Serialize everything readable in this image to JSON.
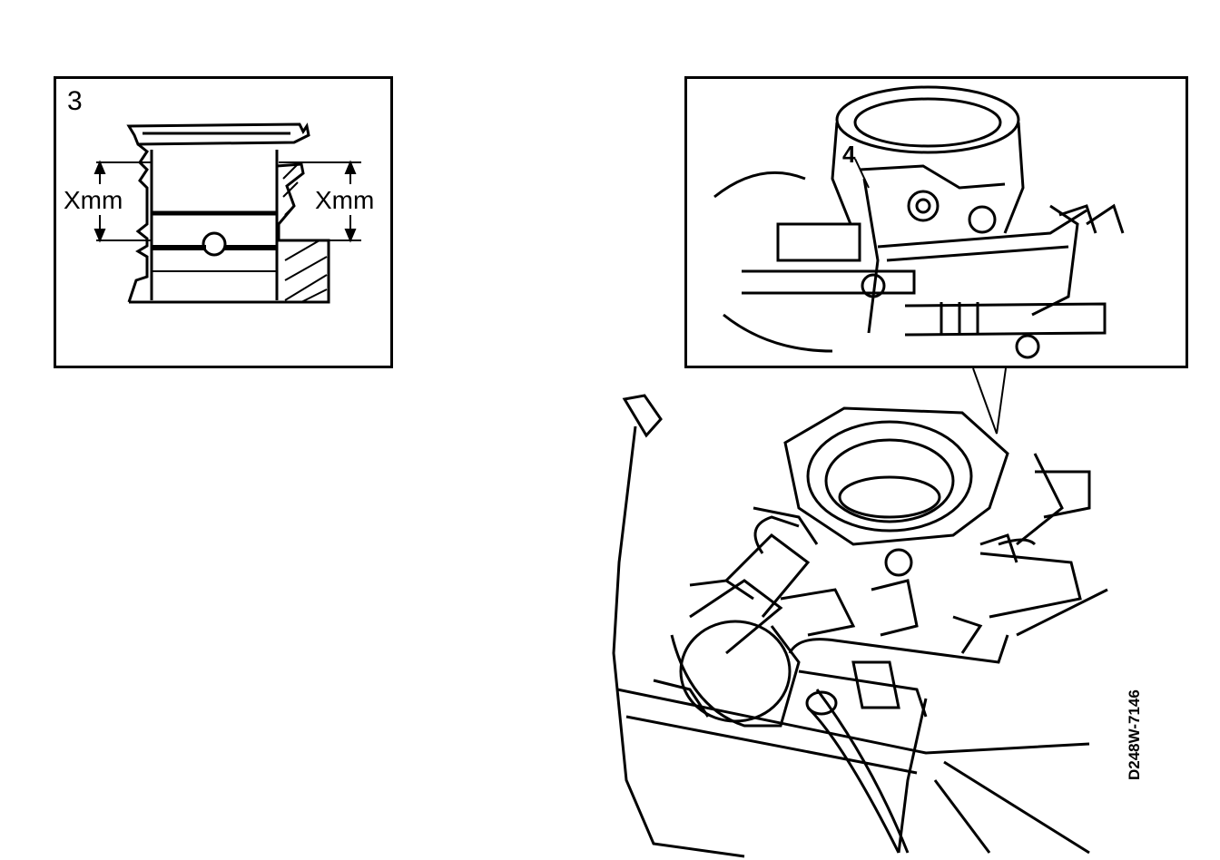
{
  "figure3": {
    "number": "3",
    "dim_label_left": "Xmm",
    "dim_label_right": "Xmm"
  },
  "figure4": {
    "callout": "4"
  },
  "reference_code": "D248W-7146"
}
